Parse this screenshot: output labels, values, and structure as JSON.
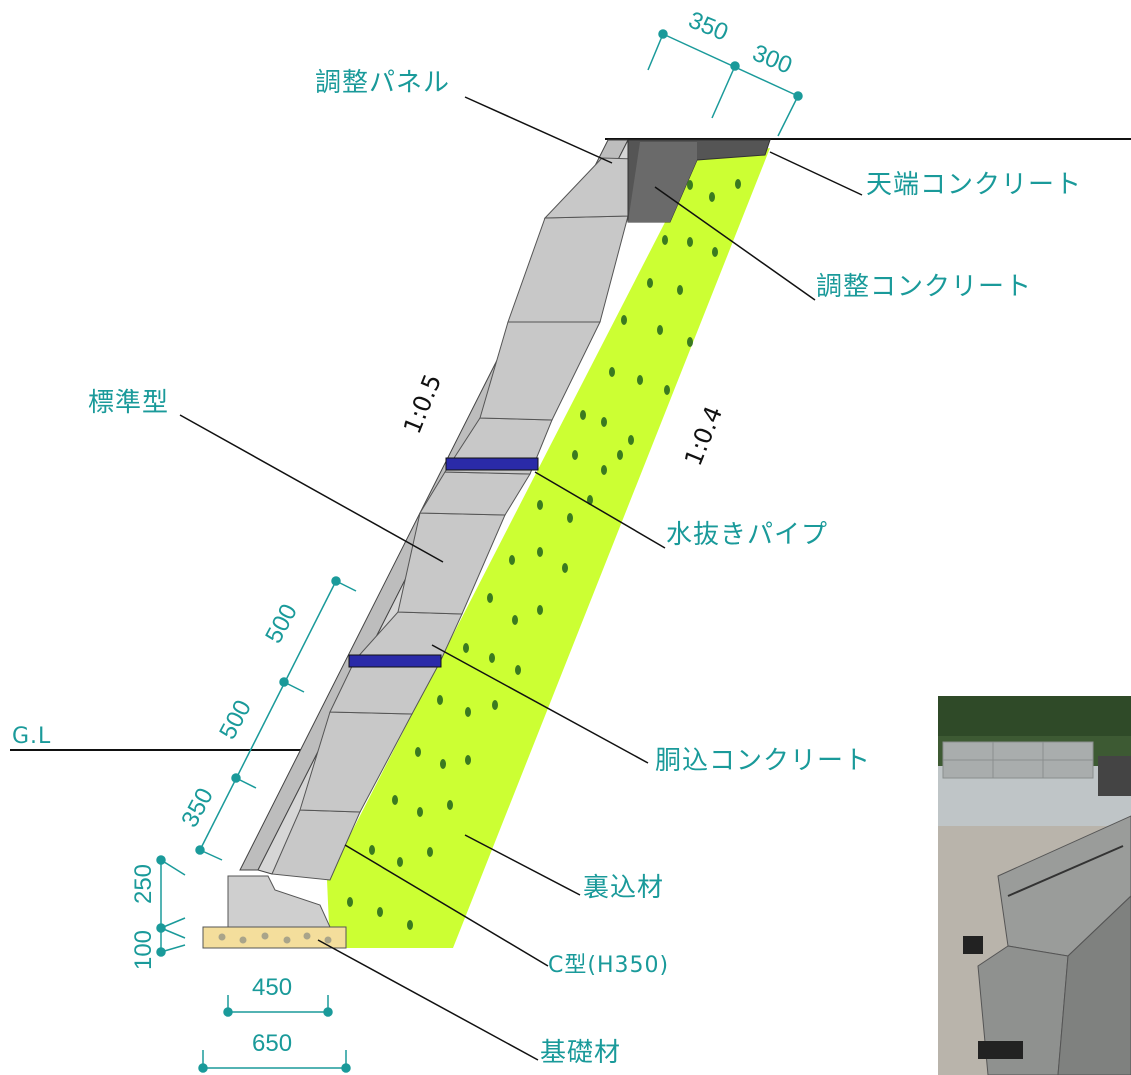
{
  "colors": {
    "teal": "#1a9a9a",
    "backfill": "#ccff33",
    "concrete_block": "#c9c9c9",
    "top_concrete": "#555555",
    "foundation": "#f4de9c",
    "pipe": "#2a2aa8"
  },
  "labels": {
    "adjust_panel": "調整パネル",
    "top_concrete": "天端コンクリート",
    "adjust_concrete": "調整コンクリート",
    "standard_type": "標準型",
    "drain_pipe": "水抜きパイプ",
    "body_concrete": "胴込コンクリート",
    "backfill": "裏込材",
    "c_type": "C型(H350)",
    "foundation": "基礎材",
    "ground_level": "G.L"
  },
  "ratios": {
    "front": "1:0.5",
    "back": "1:0.4"
  },
  "dimensions": {
    "top_a": "350",
    "top_b": "300",
    "height_1": "500",
    "height_2": "500",
    "height_3": "350",
    "base_h1": "250",
    "base_h2": "100",
    "width_1": "450",
    "width_2": "650"
  }
}
